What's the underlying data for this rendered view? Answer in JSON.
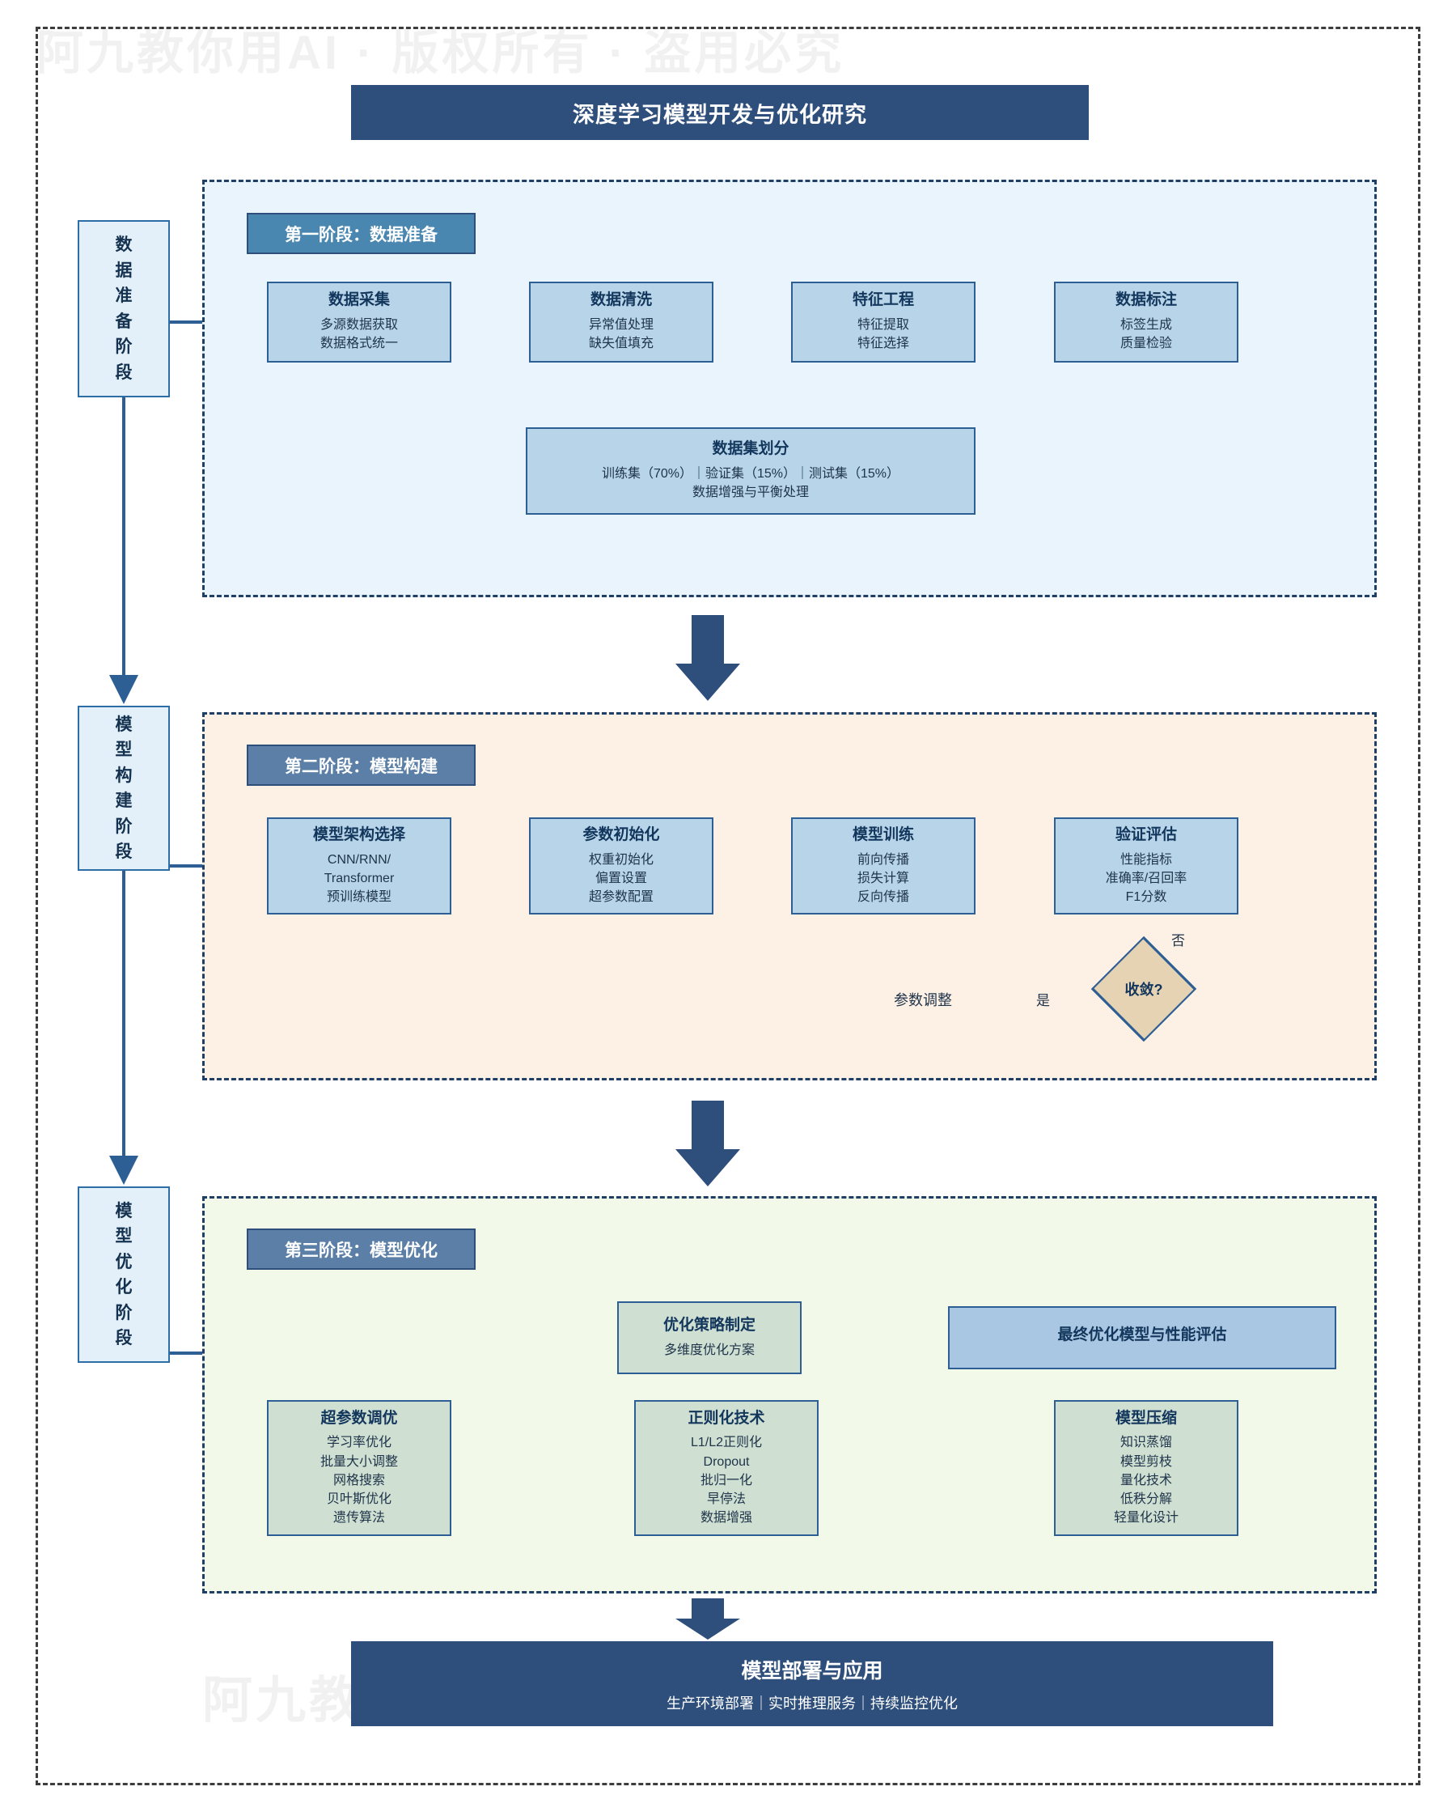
{
  "watermark": {
    "top": "阿九教你用AI · 版权所有 · 盗用必究",
    "bottom": "阿九教你用AI · 版权所有 · 盗用必究"
  },
  "title": "深度学习模型开发与优化研究",
  "stages": [
    {
      "name": "stage-data-prep",
      "label": "数据准备阶段"
    },
    {
      "name": "stage-model-build",
      "label": "模型构建阶段"
    },
    {
      "name": "stage-model-opt",
      "label": "模型优化阶段"
    }
  ],
  "phases": [
    {
      "id": "phase1",
      "label": "第一阶段：数据准备",
      "steps": [
        {
          "title": "数据采集",
          "sub": "多源数据获取\n数据格式统一"
        },
        {
          "title": "数据清洗",
          "sub": "异常值处理\n缺失值填充"
        },
        {
          "title": "特征工程",
          "sub": "特征提取\n特征选择"
        },
        {
          "title": "数据标注",
          "sub": "标签生成\n质量检验"
        }
      ],
      "split": {
        "title": "数据集划分",
        "line1": "训练集（70%）｜验证集（15%）｜测试集（15%）",
        "line2": "数据增强与平衡处理"
      }
    },
    {
      "id": "phase2",
      "label": "第二阶段：模型构建",
      "steps": [
        {
          "title": "模型架构选择",
          "sub": "CNN/RNN/\nTransformer\n预训练模型"
        },
        {
          "title": "参数初始化",
          "sub": "权重初始化\n偏置设置\n超参数配置"
        },
        {
          "title": "模型训练",
          "sub": "前向传播\n损失计算\n反向传播"
        },
        {
          "title": "验证评估",
          "sub": "性能指标\n准确率/召回率\nF1分数"
        }
      ],
      "decision": {
        "label": "收敛?",
        "no": "否",
        "yes": "是",
        "feedback": "参数调整"
      }
    },
    {
      "id": "phase3",
      "label": "第三阶段：模型优化",
      "strategy": {
        "title": "优化策略制定",
        "sub": "多维度优化方案"
      },
      "final": {
        "title": "最终优化模型与性能评估"
      },
      "steps": [
        {
          "title": "超参数调优",
          "sub": "学习率优化\n批量大小调整\n网格搜索\n贝叶斯优化\n遗传算法"
        },
        {
          "title": "正则化技术",
          "sub": "L1/L2正则化\nDropout\n批归一化\n早停法\n数据增强"
        },
        {
          "title": "模型压缩",
          "sub": "知识蒸馏\n模型剪枝\n量化技术\n低秩分解\n轻量化设计"
        }
      ]
    }
  ],
  "deploy": {
    "title": "模型部署与应用",
    "sub": "生产环境部署｜实时推理服务｜持续监控优化"
  },
  "colors": {
    "title_bg": "#2e4f7c",
    "phase1_bg": "#eaf4fd",
    "phase2_bg": "#fdf1e6",
    "phase3_bg": "#f2f9e8",
    "box_blue": "#b7d4e9",
    "box_green": "#cfe0d3",
    "accent_border": "#2e5f94",
    "diamond": "#e6d3b3"
  }
}
